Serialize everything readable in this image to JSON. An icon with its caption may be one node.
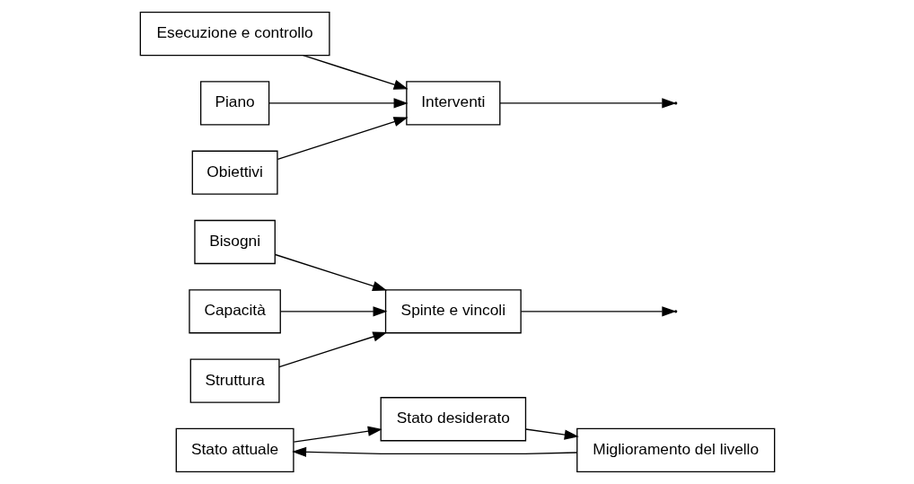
{
  "diagram": {
    "nodes": [
      {
        "text": [
          "Stato attuale"
        ]
      },
      {
        "text": [
          "Bisogni"
        ]
      },
      {
        "text": [
          "Capacità"
        ]
      },
      {
        "text": [
          "Struttura"
        ]
      },
      {
        "text": [
          "Spinte e vincoli"
        ]
      },
      {
        "text": [
          "Esecuzione e controllo"
        ]
      },
      {
        "text": [
          "Interventi"
        ]
      },
      {
        "text": [
          "Piano"
        ]
      },
      {
        "text": [
          "Obiettivi"
        ]
      },
      {
        "text": [
          "Miglioramento del livello"
        ]
      },
      {
        "text": [
          "Stato desiderato"
        ]
      }
    ],
    "edges": [
      {
        "from": 1,
        "to": 4,
        "arrow": "to"
      },
      {
        "from": 2,
        "to": 4,
        "arrow": "to"
      },
      {
        "from": 3,
        "to": 4,
        "arrow": "to"
      },
      {
        "from": 5,
        "to": 6,
        "arrow": "to"
      },
      {
        "from": 7,
        "to": 6,
        "arrow": "to"
      },
      {
        "from": 8,
        "to": 6,
        "arrow": "to"
      },
      {
        "from": 0,
        "to": 10,
        "arrow": "to"
      },
      {
        "from": 4,
        "to": null,
        "arrow": "to"
      },
      {
        "from": 6,
        "to": null,
        "arrow": "to"
      },
      {
        "from": 10,
        "to": 9,
        "arrow": "to"
      },
      {
        "from": 9,
        "to": 0,
        "arrow": "to"
      }
    ]
  }
}
